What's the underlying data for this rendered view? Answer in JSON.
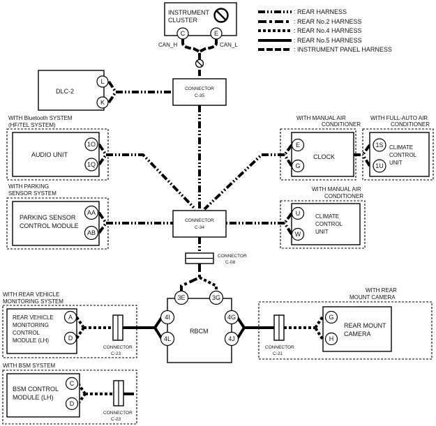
{
  "legend": [
    {
      "style": "rear",
      "label": ": REAR HARNESS"
    },
    {
      "style": "no2",
      "label": ": REAR No.2 HARNESS"
    },
    {
      "style": "no4",
      "label": ": REAR No.4 HARNESS"
    },
    {
      "style": "no5",
      "label": ": REAR No.5 HARNESS"
    },
    {
      "style": "ip",
      "label": ": INSTRUMENT PANEL HARNESS"
    }
  ],
  "instrument_cluster": {
    "line1": "INSTRUMENT",
    "line2": "CLUSTER",
    "pin_c": "C",
    "pin_e": "E",
    "can_h": "CAN_H",
    "can_l": "CAN_L"
  },
  "dlc": {
    "label": "DLC-2",
    "pin_l": "L",
    "pin_k": "K"
  },
  "connector_c35": {
    "line1": "CONNECTOR",
    "line2": "C-35"
  },
  "connector_c34": {
    "line1": "CONNECTOR",
    "line2": "C-34"
  },
  "connector_c08": {
    "line1": "CONNECTOR",
    "line2": "C-08"
  },
  "bluetooth": {
    "caption1": "WITH Bluetooth SYSTEM",
    "caption2": "(HF/TEL SYSTEM)",
    "label": "AUDIO UNIT",
    "pin1": "1O",
    "pin2": "1Q"
  },
  "parking": {
    "caption1": "WITH PARKING",
    "caption2": "SENSOR SYSTEM",
    "line1": "PARKING SENSOR",
    "line2": "CONTROL MODULE",
    "pin1": "AA",
    "pin2": "AB"
  },
  "clock": {
    "caption1": "WITH MANUAL AIR",
    "caption2": "CONDITIONER",
    "label": "CLOCK",
    "pin1": "E",
    "pin2": "G"
  },
  "climate_auto": {
    "caption1": "WITH FULL-AUTO AIR",
    "caption2": "CONDITIONER",
    "line1": "CLIMATE",
    "line2": "CONTROL",
    "line3": "UNIT",
    "pin1": "1S",
    "pin2": "1U"
  },
  "climate_manual": {
    "caption1": "WITH MANUAL AIR",
    "caption2": "CONDITIONER",
    "line1": "CLIMATE",
    "line2": "CONTROL",
    "line3": "UNIT",
    "pin1": "U",
    "pin2": "W"
  },
  "rbcm": {
    "label": "RBCM",
    "pin_3e": "3E",
    "pin_3g": "3G",
    "pin_4i": "4I",
    "pin_4l": "4L",
    "pin_4g": "4G",
    "pin_4j": "4J"
  },
  "rear_vehicle": {
    "caption1": "WITH REAR VEHICLE",
    "caption2": "MONITORING SYSTEM",
    "line1": "REAR VEHICLE",
    "line2": "MONITORING",
    "line3": "CONTROL",
    "line4": "MODULE (LH)",
    "pin1": "A",
    "pin2": "D",
    "conn_line1": "CONNECTOR",
    "conn_line2": "C-23"
  },
  "rear_camera": {
    "caption1": "WITH REAR",
    "caption2": "MOUNT CAMERA",
    "line1": "REAR MOUNT",
    "line2": "CAMERA",
    "pin1": "G",
    "pin2": "H",
    "conn_line1": "CONNECTOR",
    "conn_line2": "C-21"
  },
  "bsm": {
    "caption": "WITH BSM SYSTEM",
    "line1": "BSM CONTROL",
    "line2": "MODULE (LH)",
    "pin1": "C",
    "pin2": "D",
    "conn_line1": "CONNECTOR",
    "conn_line2": "C-23"
  }
}
